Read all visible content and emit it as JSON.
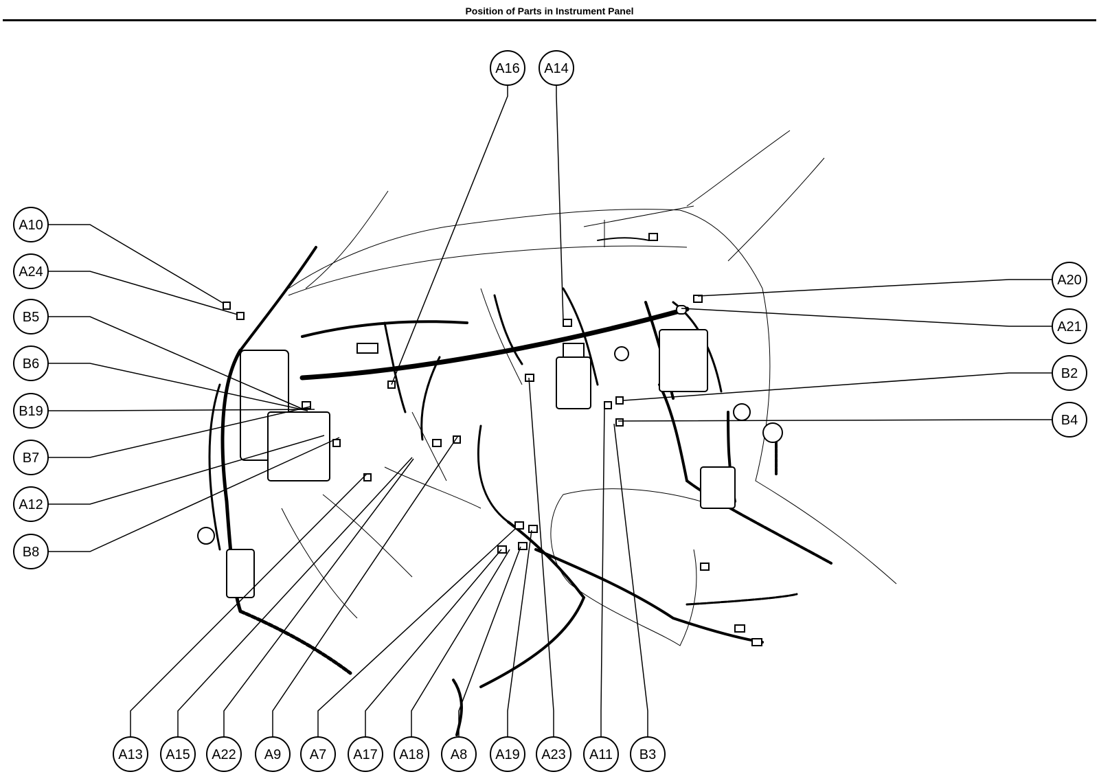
{
  "title": "Position of Parts in Instrument Panel",
  "callouts": {
    "A10": "A10",
    "A24": "A24",
    "B5": "B5",
    "B6": "B6",
    "B19": "B19",
    "B7": "B7",
    "A12": "A12",
    "B8": "B8",
    "A16": "A16",
    "A14": "A14",
    "A20": "A20",
    "A21": "A21",
    "B2": "B2",
    "B4": "B4",
    "A13": "A13",
    "A15": "A15",
    "A22": "A22",
    "A9": "A9",
    "A7": "A7",
    "A17": "A17",
    "A18": "A18",
    "A8": "A8",
    "A19": "A19",
    "A23": "A23",
    "A11": "A11",
    "B3": "B3"
  }
}
